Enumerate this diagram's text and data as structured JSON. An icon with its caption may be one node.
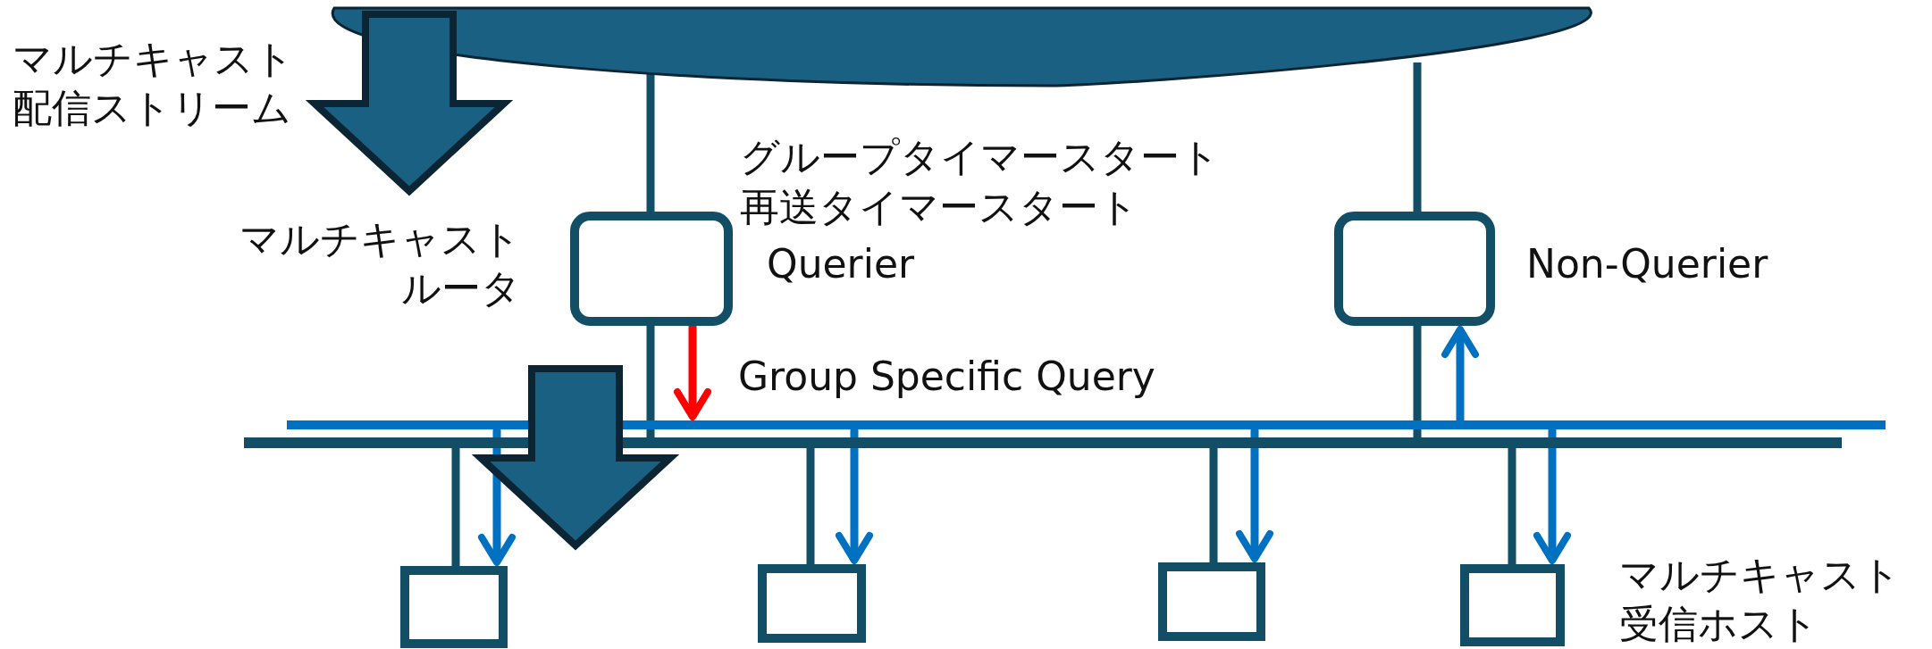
{
  "diagram": {
    "nodes": [
      {
        "text": [],
        "shape": "cloud"
      },
      {
        "text": [],
        "shape": "box",
        "beside": [
          "グループタイマースタート",
          "再送タイマースタート",
          "Querier"
        ]
      },
      {
        "text": [],
        "shape": "box",
        "beside": [
          "Non-Querier"
        ]
      },
      {
        "text": [],
        "shape": "bar"
      },
      {
        "text": [],
        "shape": "bar"
      },
      {
        "text": [],
        "shape": "box"
      },
      {
        "text": [],
        "shape": "box"
      },
      {
        "text": [],
        "shape": "box"
      },
      {
        "text": [],
        "shape": "box"
      }
    ],
    "edges": [
      {
        "from": 0,
        "to": 1,
        "arrow": "none"
      },
      {
        "from": 0,
        "to": 2,
        "arrow": "none"
      },
      {
        "from": 1,
        "to": 4,
        "arrow": "none"
      },
      {
        "from": 2,
        "to": 4,
        "arrow": "none"
      },
      {
        "from": 4,
        "to": 5,
        "arrow": "none"
      },
      {
        "from": 4,
        "to": 6,
        "arrow": "none"
      },
      {
        "from": 4,
        "to": 7,
        "arrow": "none"
      },
      {
        "from": 4,
        "to": 8,
        "arrow": "none"
      },
      {
        "from": 1,
        "to": 3,
        "arrow": "to",
        "color": "#ff0000",
        "label": "Group Specific Query"
      },
      {
        "from": 3,
        "to": 5,
        "arrow": "to",
        "color": "#0070c0"
      },
      {
        "from": 3,
        "to": 6,
        "arrow": "to",
        "color": "#0070c0"
      },
      {
        "from": 3,
        "to": 7,
        "arrow": "to",
        "color": "#0070c0"
      },
      {
        "from": 3,
        "to": 8,
        "arrow": "to",
        "color": "#0070c0"
      },
      {
        "from": 3,
        "to": 2,
        "arrow": "to",
        "color": "#0070c0"
      }
    ],
    "labels": [
      "マルチキャスト配信ストリーム",
      "マルチキャストルータ",
      "マルチキャスト受信ホスト"
    ]
  }
}
